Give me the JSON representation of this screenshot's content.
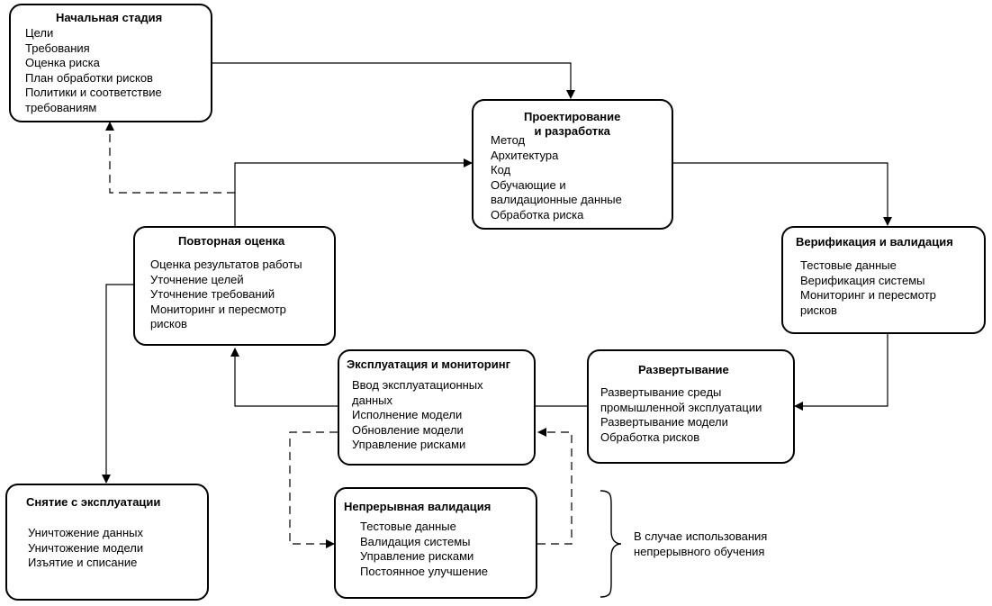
{
  "boxes": {
    "initiation": {
      "title": "Начальная стадия",
      "items": [
        "Цели",
        "Требования",
        "Оценка риска",
        "План обработки рисков",
        "Политики и соответствие",
        "требованиям"
      ]
    },
    "design": {
      "title_line1": "Проектирование",
      "title_line2": "и разработка",
      "items": [
        "Метод",
        "Архитектура",
        "Код",
        "Обучающие и",
        "валидационные данные",
        "Обработка риска"
      ]
    },
    "verification": {
      "title": "Верификация и валидация",
      "items": [
        "Тестовые данные",
        "Верификация системы",
        "Мониторинг и пересмотр",
        "рисков"
      ]
    },
    "reevaluation": {
      "title": "Повторная оценка",
      "items": [
        "Оценка результатов работы",
        "Уточнение целей",
        "Уточнение требований",
        "Мониторинг и пересмотр",
        "рисков"
      ]
    },
    "operation": {
      "title": "Эксплуатация и мониторинг",
      "items": [
        "Ввод эксплуатационных",
        "данных",
        "Исполнение модели",
        "Обновление модели",
        "Управление рисками"
      ]
    },
    "deployment": {
      "title": "Развертывание",
      "items": [
        "Развертывание среды",
        "промышленной эксплуатации",
        "Развертывание модели",
        "Обработка рисков"
      ]
    },
    "retirement": {
      "title": "Снятие с эксплуатации",
      "items": [
        "Уничтожение данных",
        "Уничтожение модели",
        "Изъятие и списание"
      ]
    },
    "continuous": {
      "title": "Непрерывная валидация",
      "items": [
        "Тестовые данные",
        "Валидация системы",
        "Управление рисками",
        "Постоянное улучшение"
      ]
    }
  },
  "note": {
    "line1": "В случае использования",
    "line2": "непрерывного обучения"
  }
}
